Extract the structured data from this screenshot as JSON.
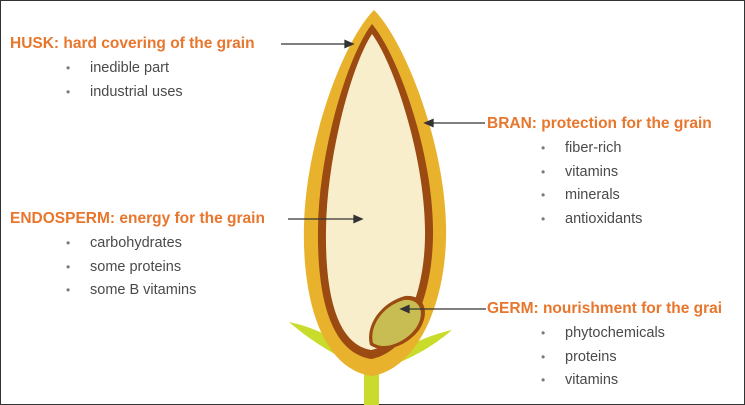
{
  "colors": {
    "heading": "#e8762d",
    "bullet_text": "#4a4a4a",
    "husk": "#e9b22c",
    "bran": "#9b4a12",
    "endosperm": "#f8eecb",
    "germ": "#c7bd52",
    "stalk": "#c9dc2b",
    "pointer": "#333333"
  },
  "parts": {
    "husk": {
      "heading": "HUSK: hard covering of the grain",
      "bullets": [
        "inedible part",
        "industrial uses"
      ]
    },
    "endosperm": {
      "heading": "ENDOSPERM: energy for the grain",
      "bullets": [
        "carbohydrates",
        "some proteins",
        "some B vitamins"
      ]
    },
    "bran": {
      "heading": "BRAN: protection for the grain",
      "bullets": [
        "fiber-rich",
        "vitamins",
        "minerals",
        "antioxidants"
      ]
    },
    "germ": {
      "heading": "GERM: nourishment for the grai",
      "bullets": [
        "phytochemicals",
        "proteins",
        "vitamins"
      ]
    }
  }
}
